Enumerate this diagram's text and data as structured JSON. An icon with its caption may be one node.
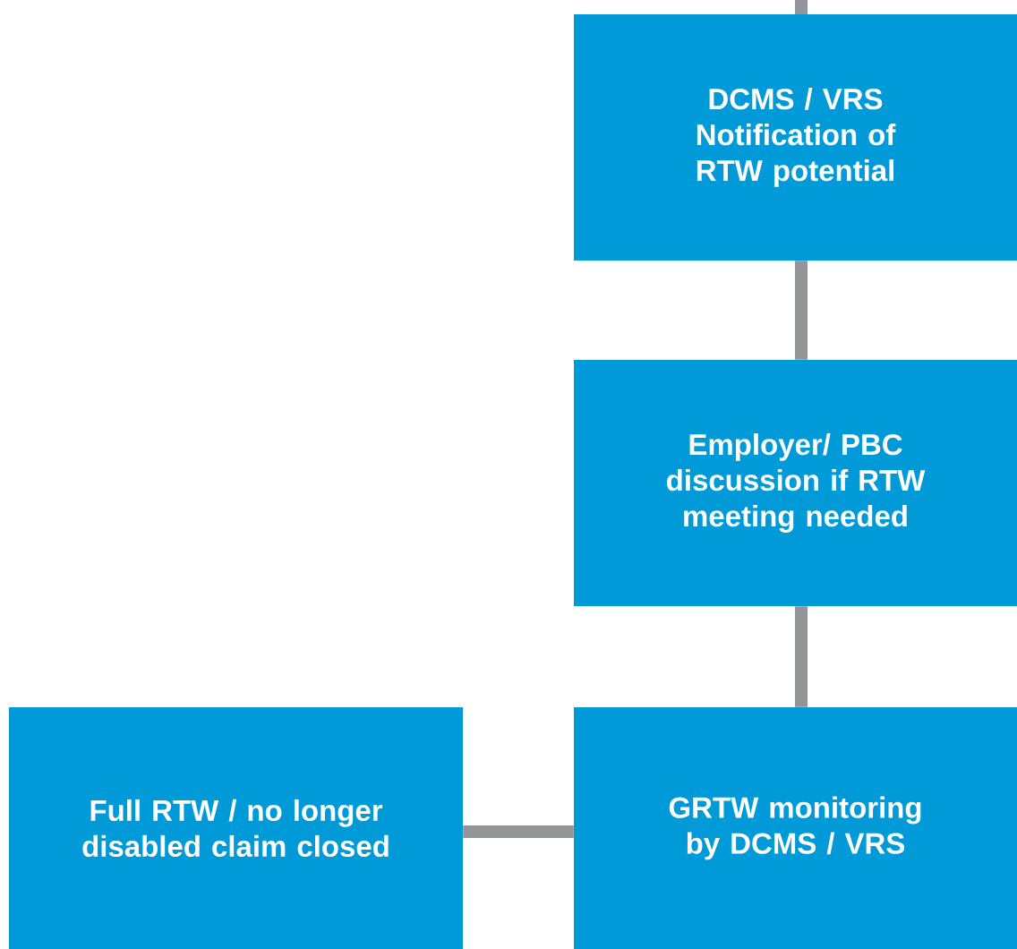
{
  "diagram": {
    "nodes": [
      {
        "text": [
          "DCMS / VRS Notification of RTW potential"
        ]
      },
      {
        "text": [
          "Employer/ PBC discussion if RTW meeting needed"
        ]
      },
      {
        "text": [
          "Full RTW / no longer disabled claim closed"
        ]
      },
      {
        "text": [
          "GRTW monitoring by DCMS / VRS"
        ]
      }
    ],
    "edges": [
      {
        "from": null,
        "to": 0,
        "arrow": "none"
      },
      {
        "from": 0,
        "to": 1,
        "arrow": "none"
      },
      {
        "from": 1,
        "to": 3,
        "arrow": "none"
      },
      {
        "from": 3,
        "to": 2,
        "arrow": "none"
      }
    ]
  }
}
